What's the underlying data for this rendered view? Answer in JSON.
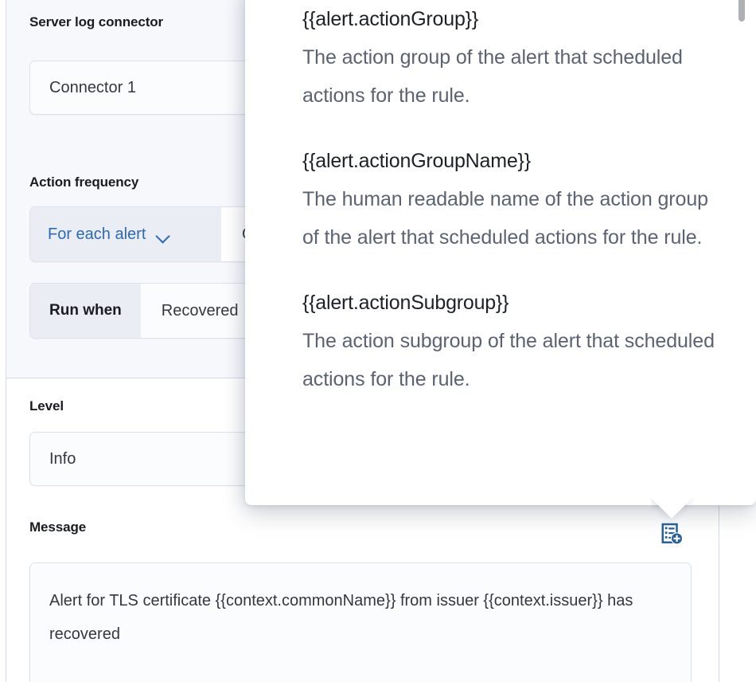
{
  "form": {
    "connector": {
      "label": "Server log connector",
      "value": "Connector 1"
    },
    "action_frequency": {
      "label": "Action frequency",
      "select_value": "For each alert",
      "select_icon": "chevron-down-icon",
      "rest_value": "O",
      "run_when_label": "Run when",
      "run_when_value": "Recovered"
    },
    "level": {
      "label": "Level",
      "value": "Info"
    },
    "message": {
      "label": "Message",
      "value": "Alert for TLS certificate {{context.commonName}} from issuer {{context.issuer}} has recovered",
      "add_variable_icon": "add-variable-icon",
      "add_variable_title": "Add variable"
    }
  },
  "variables_popover": {
    "scrollbar_icon": "scrollbar-thumb",
    "items": [
      {
        "name": "{{alert.actionGroup}}",
        "description": "The action group of the alert that scheduled actions for the rule."
      },
      {
        "name": "{{alert.actionGroupName}}",
        "description": "The human readable name of the action group of the alert that scheduled actions for the rule."
      },
      {
        "name": "{{alert.actionSubgroup}}",
        "description": "The action subgroup of the alert that scheduled actions for the rule."
      }
    ]
  },
  "colors": {
    "accent_blue": "#2a6ab8",
    "icon_blue": "#26619c",
    "panel_bg": "#f7f8fc",
    "border": "#d3dae6",
    "text_primary": "#1a1c21",
    "text_muted": "#5b6271"
  }
}
